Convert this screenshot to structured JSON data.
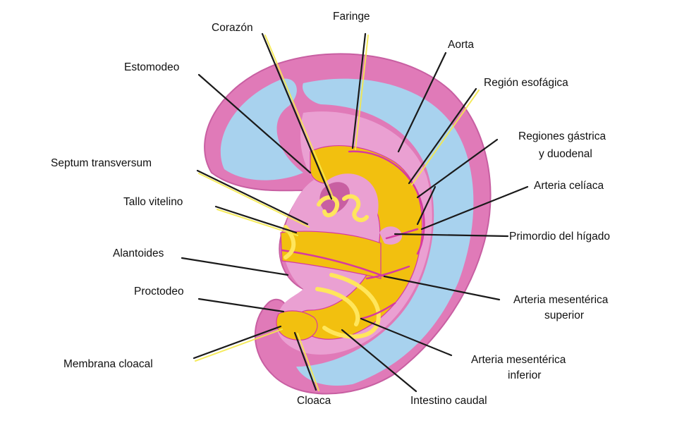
{
  "colors": {
    "ectoderm": "#e07ab8",
    "ectoderm_dark": "#c85fa2",
    "mesoderm": "#a8d2ee",
    "endoderm": "#f2c00f",
    "endoderm_light": "#ffe65c",
    "gut_lining": "#eaa0d2",
    "vessel": "#d63aa0",
    "leader_dark": "#1a1a1a",
    "leader_yellow": "#f5e94d"
  },
  "labels": {
    "faringe": "Faringe",
    "corazon": "Corazón",
    "aorta": "Aorta",
    "estomodeo": "Estomodeo",
    "region_esofagica": "Región esofágica",
    "regiones_gastrica_1": "Regiones gástrica",
    "regiones_gastrica_2": "y duodenal",
    "septum": "Septum transversum",
    "arteria_celiaca": "Arteria celíaca",
    "tallo_vitelino": "Tallo vitelino",
    "primordio_higado": "Primordio del hígado",
    "alantoides": "Alantoides",
    "proctodeo": "Proctodeo",
    "arteria_mes_sup_1": "Arteria mesentérica",
    "arteria_mes_sup_2": "superior",
    "arteria_mes_inf_1": "Arteria mesentérica",
    "arteria_mes_inf_2": "inferior",
    "membrana_cloacal": "Membrana cloacal",
    "cloaca": "Cloaca",
    "intestino_caudal": "Intestino caudal"
  }
}
